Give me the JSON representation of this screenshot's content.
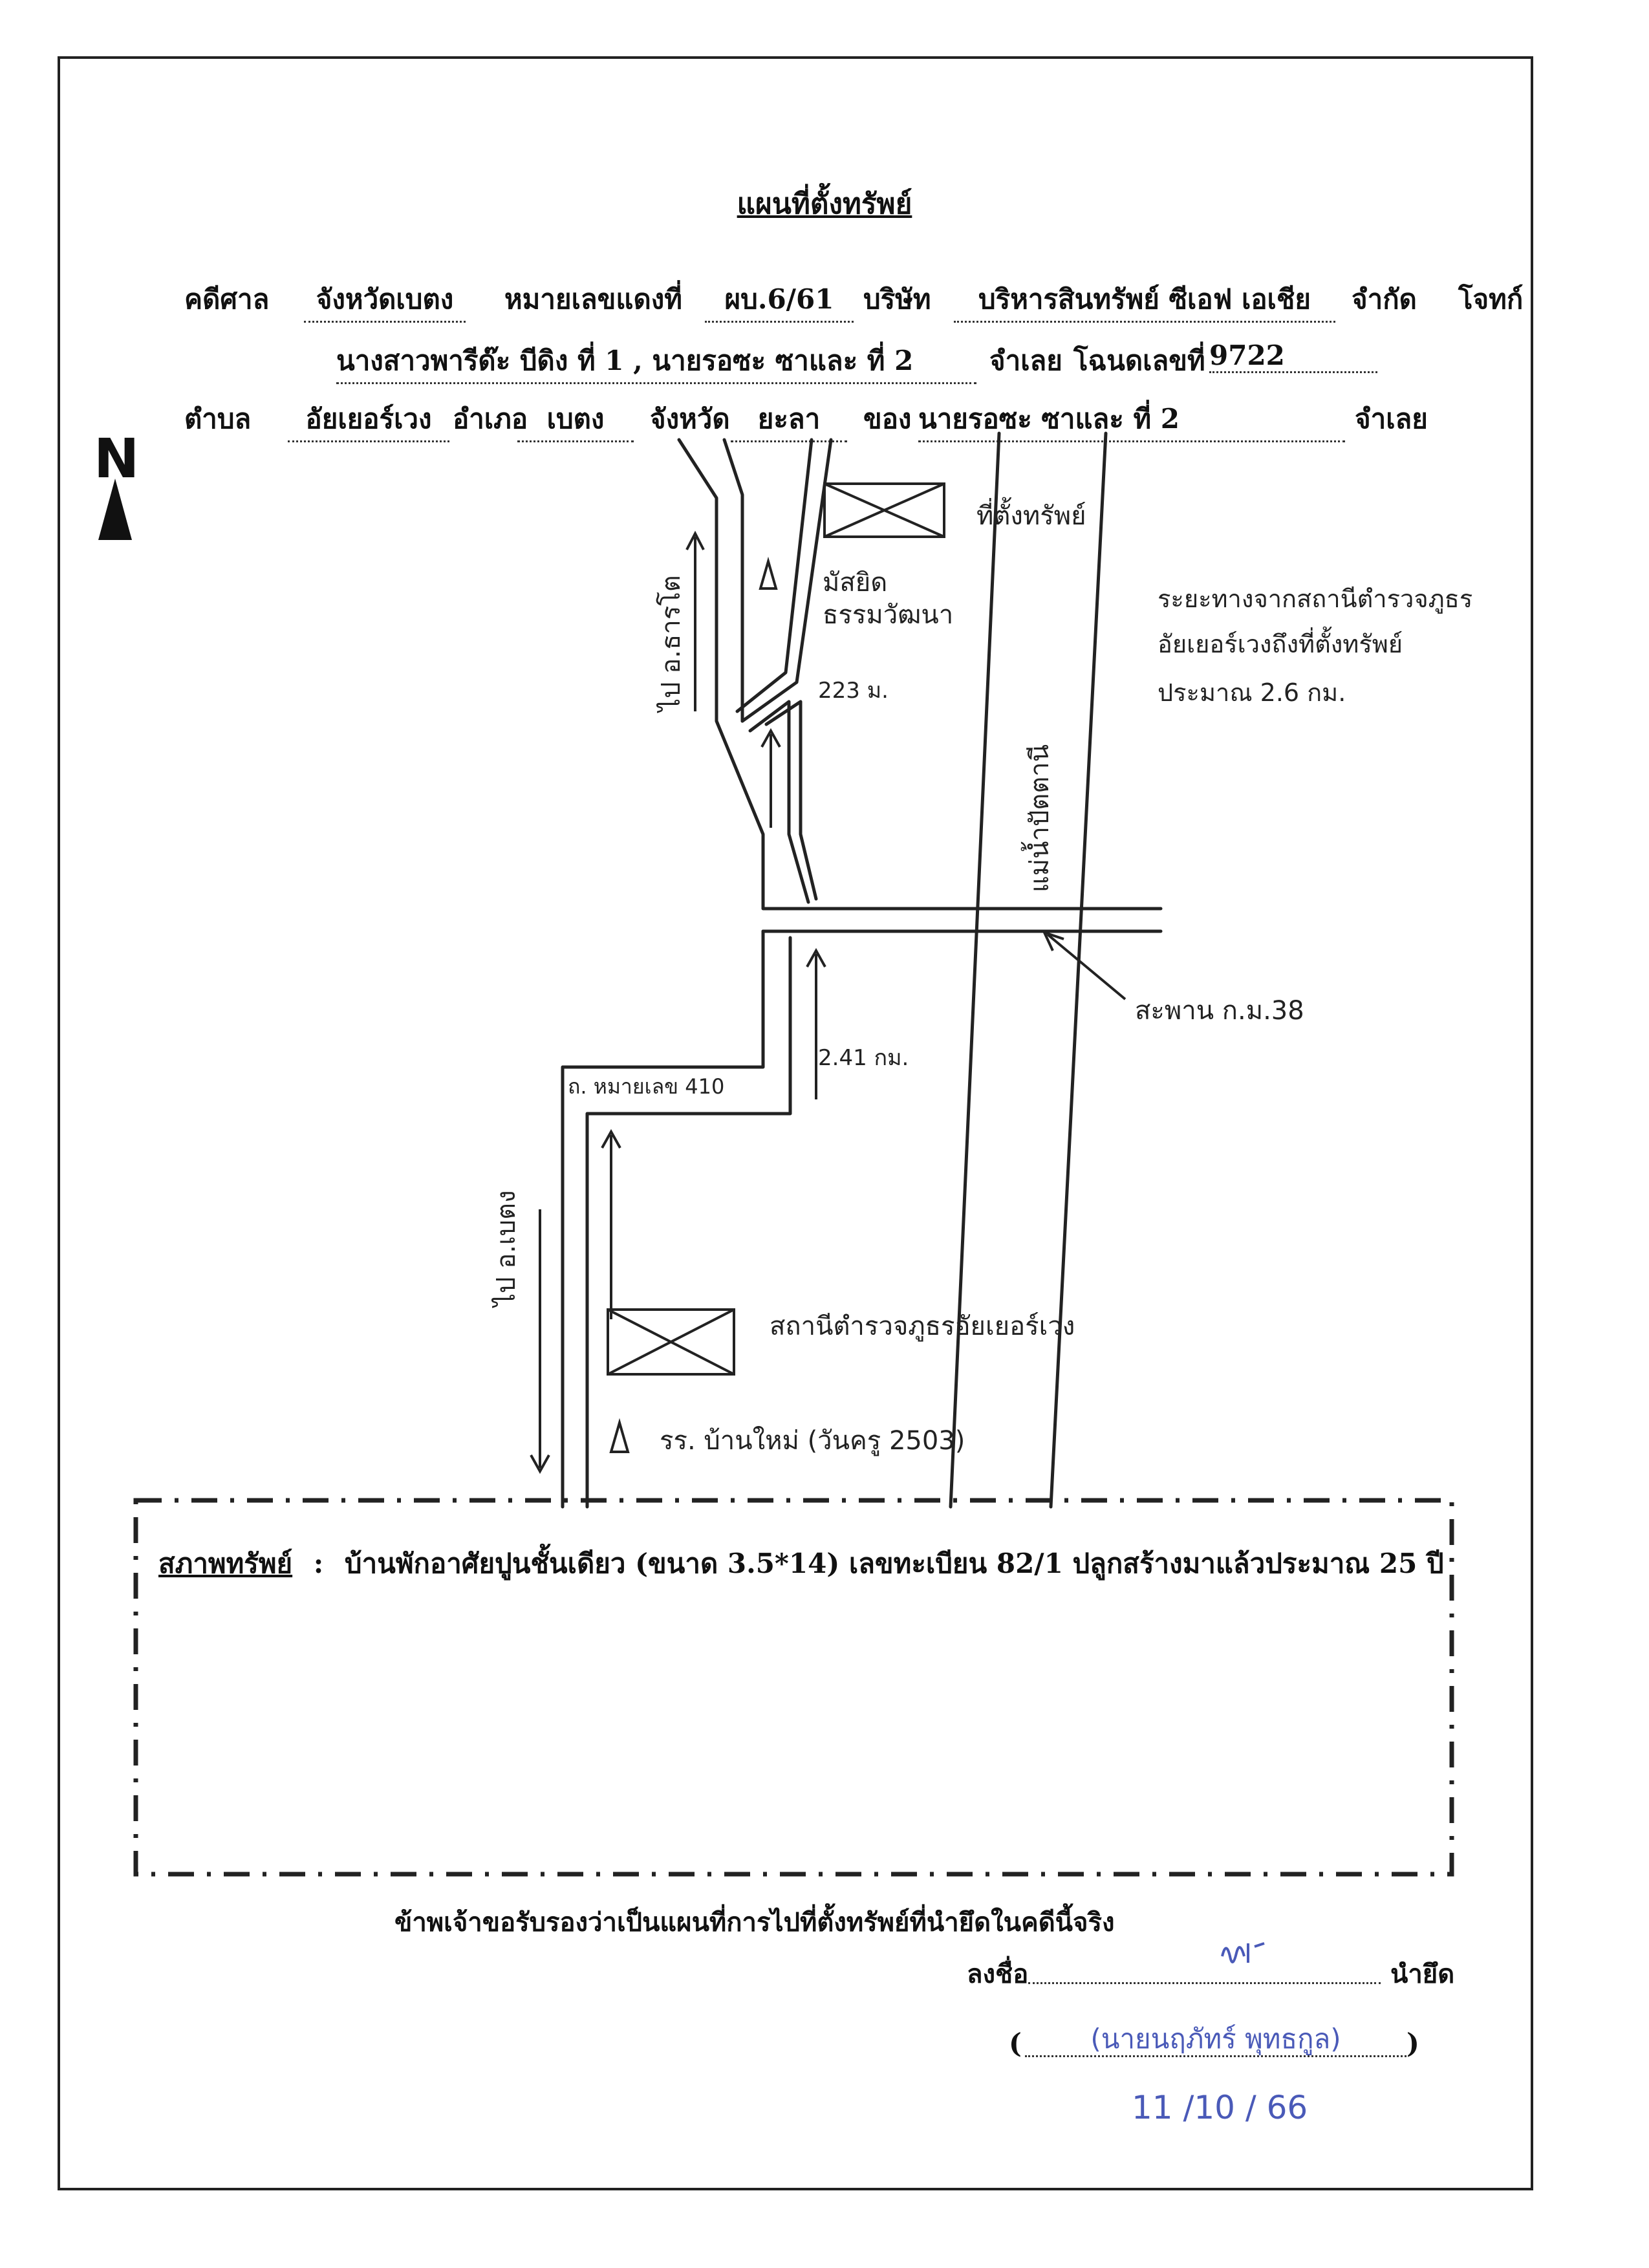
{
  "document": {
    "title": "แผนที่ตั้งทรัพย์",
    "line1": {
      "label_case": "คดีศาล",
      "court": "จังหวัดเบตง",
      "label_red_no": "หมายเลขแดงที่",
      "red_no": "ผบ.6/61",
      "label_company": "บริษัท",
      "company": "บริหารสินทรัพย์ ซีเอฟ เอเชีย",
      "label_ltd": "จำกัด",
      "label_plaintiff": "โจทก์"
    },
    "line2": {
      "defendants": "นางสาวพารีด๊ะ บีดิง ที่ 1 , นายรอซะ ซาและ ที่ 2",
      "label_defendant": "จำเลย",
      "label_deed": "โฉนดเลขที่",
      "deed_no": "9722"
    },
    "line3": {
      "label_subdistrict": "ตำบล",
      "subdistrict": "อัยเยอร์เวง",
      "label_district": "อำเภอ",
      "district": "เบตง",
      "label_province": "จังหวัด",
      "province": "ยะลา",
      "label_of": "ของ",
      "owner": "นายรอซะ ซาและ ที่ 2",
      "label_defendant": "จำเลย"
    },
    "north": "N",
    "map_labels": {
      "property": "ที่ตั้งทรัพย์",
      "mosque_line1": "มัสยิด",
      "mosque_line2": "ธรรมวัฒนา",
      "dist_223": "223 ม.",
      "to_tharoto": "ไป อ.ธารโต",
      "distance_note_1": "ระยะทางจากสถานีตำรวจภูธร",
      "distance_note_2": "อัยเยอร์เวงถึงที่ตั้งทรัพย์",
      "distance_note_3": "ประมาณ 2.6 กม.",
      "river": "แม่น้ำปัตตานี",
      "bridge": "สะพาน ก.ม.38",
      "dist_241": "2.41 กม.",
      "road_410": "ถ. หมายเลข 410",
      "to_betong": "ไป อ.เบตง",
      "police_station": "สถานีตำรวจภูธรอัยเยอร์เวง",
      "school": "รร. บ้านใหม่ (วันครู 2503)"
    },
    "status": {
      "label": "สภาพทรัพย์",
      "colon": ":",
      "text": "บ้านพักอาศัยปูนชั้นเดียว (ขนาด 3.5*14) เลขทะเบียน 82/1 ปลูกสร้างมาแล้วประมาณ 25 ปี"
    },
    "certify": "ข้าพเจ้าขอรับรองว่าเป็นแผนที่การไปที่ตั้งทรัพย์ที่นำยึดในคดีนี้จริง",
    "sign_label": "ลงชื่อ",
    "sign_role": "นำยึด",
    "signer_name": "(นายนฤภัทร์ พุทธกูล)",
    "paren_open": "(",
    "paren_close": ")",
    "date": "11 /10 / 66"
  }
}
